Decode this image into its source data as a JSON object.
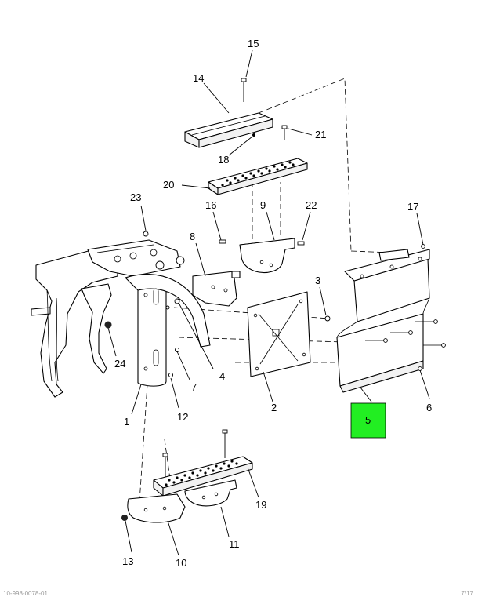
{
  "callouts": {
    "c1": "1",
    "c2": "2",
    "c3": "3",
    "c4": "4",
    "c5": "5",
    "c6": "6",
    "c7": "7",
    "c8": "8",
    "c9": "9",
    "c10": "10",
    "c11": "11",
    "c12": "12",
    "c13": "13",
    "c14": "14",
    "c15": "15",
    "c16": "16",
    "c17": "17",
    "c18": "18",
    "c19": "19",
    "c20": "20",
    "c21": "21",
    "c22": "22",
    "c23": "23",
    "c24": "24"
  },
  "highlight_color": "#22ee22",
  "footer": {
    "left": "10-998-0078-01",
    "right": "7/17"
  }
}
